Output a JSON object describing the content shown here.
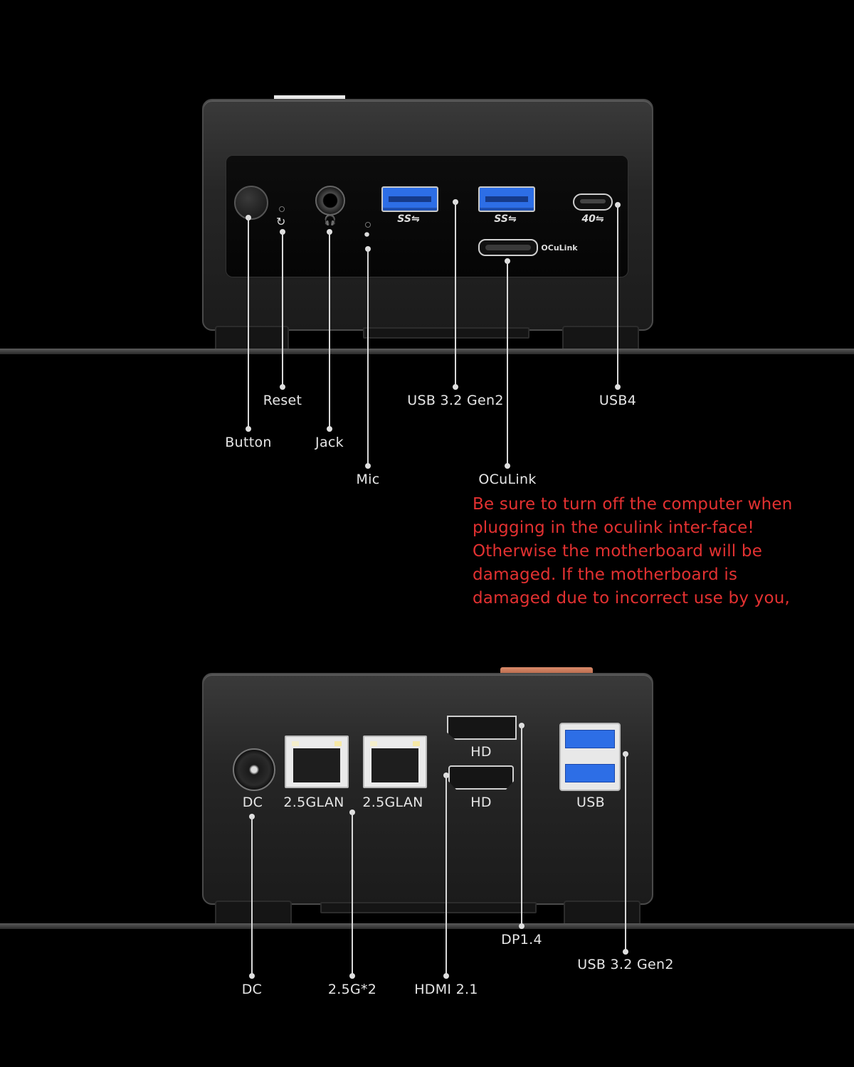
{
  "top_device": {
    "labels": {
      "button": "Button",
      "reset": "Reset",
      "jack": "Jack",
      "mic": "Mic",
      "usb32": "USB 3.2 Gen2",
      "usb4": "USB4",
      "oculink": "OCuLink"
    },
    "port_glyphs": {
      "usb_a_1": "SS⇋",
      "usb_a_2": "SS⇋",
      "usbc": "40⇋",
      "oculink": "OCuLink"
    }
  },
  "warning": "Be sure to turn off the computer when plugging in the oculink inter-face! Otherwise the motherboard will be damaged. If the motherboard is damaged due to incorrect use by you,",
  "bottom_device": {
    "panel_labels": {
      "dc": "DC",
      "lan1": "2.5GLAN",
      "lan2": "2.5GLAN",
      "hd_top": "HD",
      "hd_bottom": "HD",
      "usb": "USB"
    },
    "labels": {
      "dc": "DC",
      "lan": "2.5G*2",
      "hdmi": "HDMI 2.1",
      "dp": "DP1.4",
      "usb32": "USB 3.2 Gen2"
    }
  },
  "colors": {
    "background": "#000000",
    "warning_text": "#e33131",
    "usb_blue": "#2d6ee6"
  }
}
